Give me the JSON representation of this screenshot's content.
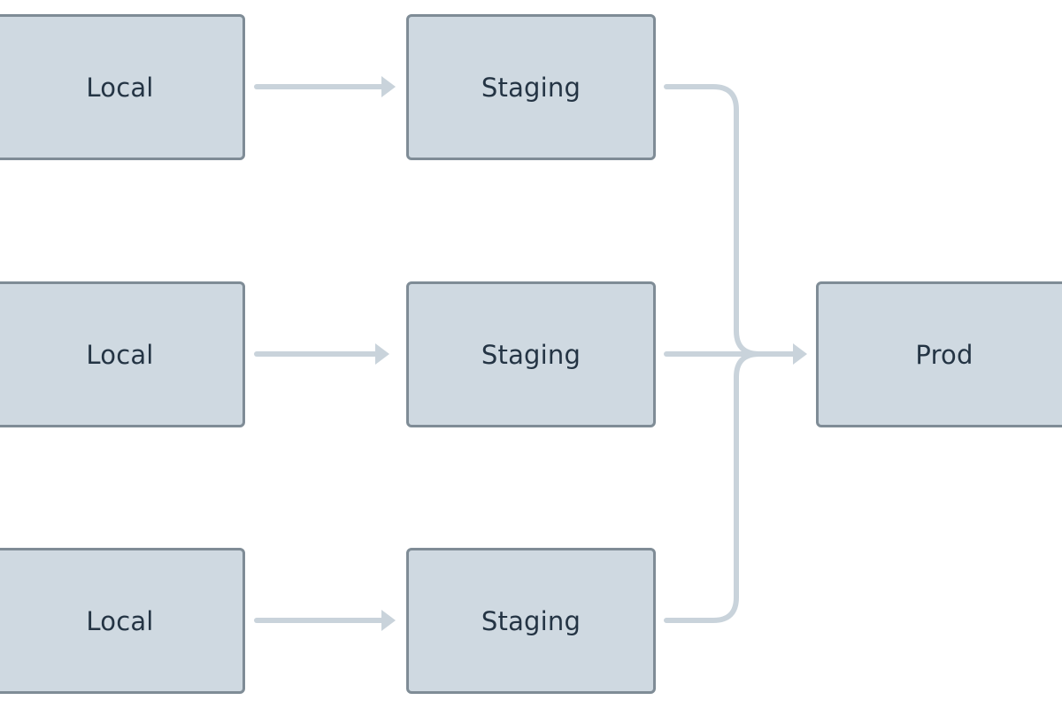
{
  "diagram": {
    "nodes": [
      {
        "id": "local-1",
        "label": "Local"
      },
      {
        "id": "local-2",
        "label": "Local"
      },
      {
        "id": "local-3",
        "label": "Local"
      },
      {
        "id": "staging-1",
        "label": "Staging"
      },
      {
        "id": "staging-2",
        "label": "Staging"
      },
      {
        "id": "staging-3",
        "label": "Staging"
      },
      {
        "id": "prod",
        "label": "Prod"
      }
    ],
    "edges": [
      {
        "from": "local-1",
        "to": "staging-1"
      },
      {
        "from": "local-2",
        "to": "staging-2"
      },
      {
        "from": "local-3",
        "to": "staging-3"
      },
      {
        "from": "staging-1",
        "to": "prod"
      },
      {
        "from": "staging-2",
        "to": "prod"
      },
      {
        "from": "staging-3",
        "to": "prod"
      }
    ],
    "colors": {
      "node_fill": "#cfd9e1",
      "node_border": "#7f8c96",
      "label_text": "#243444",
      "connector": "#c9d3db"
    }
  }
}
